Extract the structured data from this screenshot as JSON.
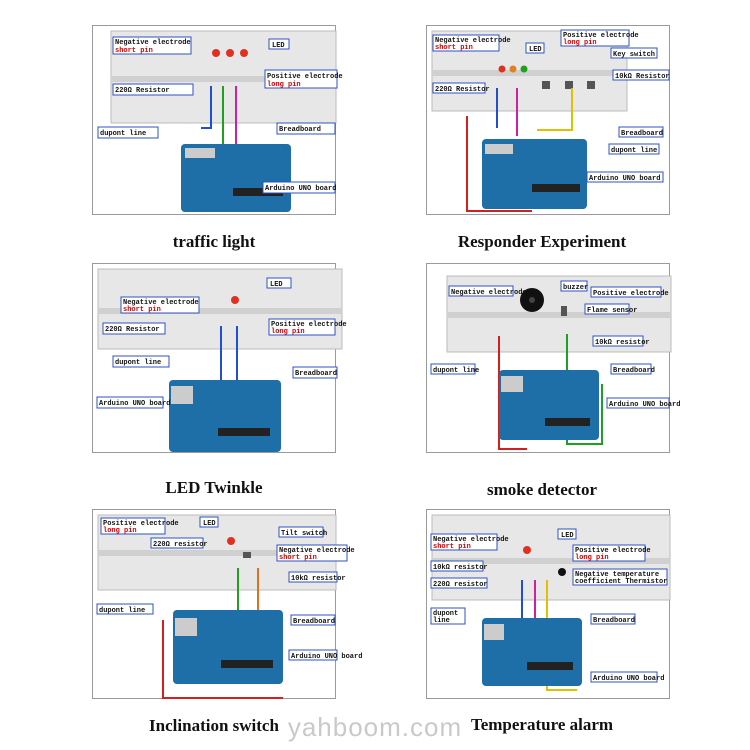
{
  "watermark": "yahboom.com",
  "panels": [
    {
      "caption": "traffic light",
      "labels": {
        "negative": "Negative electrode",
        "negative_sub": "short pin",
        "led": "LED",
        "positive": "Positive electrode",
        "positive_sub": "long pin",
        "resistor": "220Ω Resistor",
        "dupont": "dupont line",
        "breadboard": "Breadboard",
        "board": "Arduino UNO board"
      }
    },
    {
      "caption": "Responder Experiment",
      "labels": {
        "negative": "Negative electrode",
        "negative_sub": "short pin",
        "positive": "Positive electrode",
        "positive_sub": "long pin",
        "led": "LED",
        "key": "Key switch",
        "resistor10k": "10kΩ Resistor",
        "resistor": "220Ω Resistor",
        "breadboard": "Breadboard",
        "dupont": "dupont line",
        "board": "Arduino UNO board"
      }
    },
    {
      "caption": "LED Twinkle",
      "labels": {
        "led": "LED",
        "negative": "Negative electrode",
        "negative_sub": "short pin",
        "resistor": "220Ω Resistor",
        "positive": "Positive electrode",
        "positive_sub": "long pin",
        "dupont": "dupont line",
        "breadboard": "Breadboard",
        "board": "Arduino UNO board"
      }
    },
    {
      "caption": "smoke detector",
      "labels": {
        "negative": "Negative electrode",
        "buzzer": "buzzer",
        "positive": "Positive electrode",
        "flame": "Flame sensor",
        "resistor10k": "10kΩ resistor",
        "dupont": "dupont line",
        "breadboard": "Breadboard",
        "board": "Arduino UNO board"
      }
    },
    {
      "caption": "Inclination switch",
      "labels": {
        "positive": "Positive electrode",
        "positive_sub": "long pin",
        "led": "LED",
        "tilt": "Tilt switch",
        "resistor": "220Ω resistor",
        "negative": "Negative electrode",
        "negative_sub": "short pin",
        "resistor10k": "10kΩ resistor",
        "dupont": "dupont line",
        "breadboard": "Breadboard",
        "board": "Arduino UNO board"
      }
    },
    {
      "caption": "Temperature alarm",
      "labels": {
        "negative": "Negative electrode",
        "negative_sub": "short pin",
        "led": "LED",
        "positive": "Positive electrode",
        "positive_sub": "long pin",
        "resistor10k": "10kΩ resistor",
        "thermistor": "Negative temperature",
        "thermistor_sub": "coefficient Thermistor",
        "resistor": "220Ω resistor",
        "dupont": "dupont",
        "dupont_sub": "line",
        "breadboard": "Breadboard",
        "board": "Arduino UNO board"
      }
    }
  ]
}
